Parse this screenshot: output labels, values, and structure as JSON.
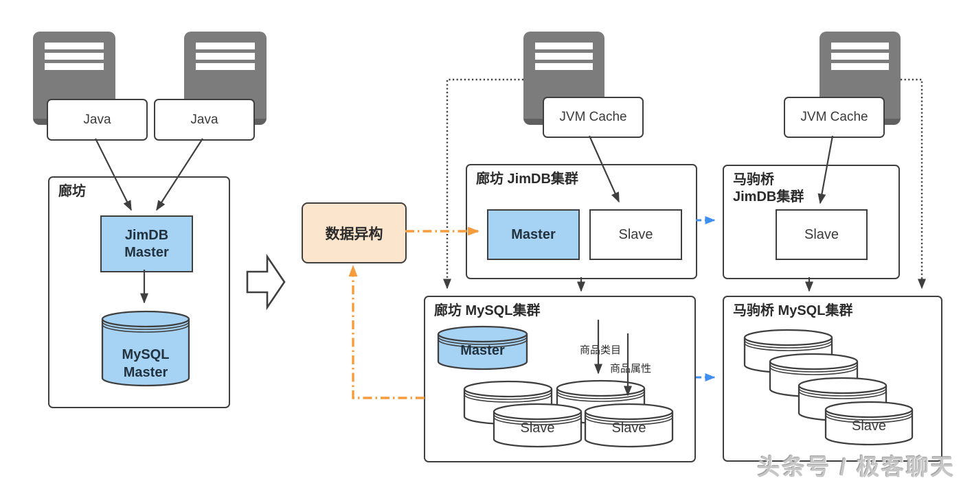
{
  "colors": {
    "blue_fill": "#A6D2F3",
    "orange_fill": "#FBE5CC",
    "orange_accent": "#F59C3D",
    "blue_accent": "#3E8FF0",
    "server_gray": "#7C7C7C",
    "line_dark": "#3F3F3F",
    "watermark_gray": "#C6C6C6"
  },
  "icons": {
    "server": "server-icon",
    "flow_arrow": "block-arrow-right-icon",
    "database": "database-cylinder-icon"
  },
  "left": {
    "java1": "Java",
    "java2": "Java",
    "box_title": "廊坊",
    "jimdb_master": "JimDB\nMaster",
    "mysql_master": "MySQL\nMaster"
  },
  "middle": {
    "transform_label": "数据异构"
  },
  "top_right": {
    "jvm_cache1": "JVM Cache",
    "jvm_cache2": "JVM Cache"
  },
  "jimdb_langfang": {
    "title": "廊坊 JimDB集群",
    "master": "Master",
    "slave": "Slave"
  },
  "jimdb_majuqiao": {
    "title": "马驹桥\nJimDB集群",
    "slave": "Slave"
  },
  "mysql_langfang": {
    "title": "廊坊 MySQL集群",
    "master": "Master",
    "slave_left": "Slave",
    "slave_right": "Slave",
    "note_category": "商品类目",
    "note_attribute": "商品属性"
  },
  "mysql_majuqiao": {
    "title": "马驹桥 MySQL集群",
    "slave": "Slave"
  },
  "watermark": "头条号 / 极客聊天"
}
